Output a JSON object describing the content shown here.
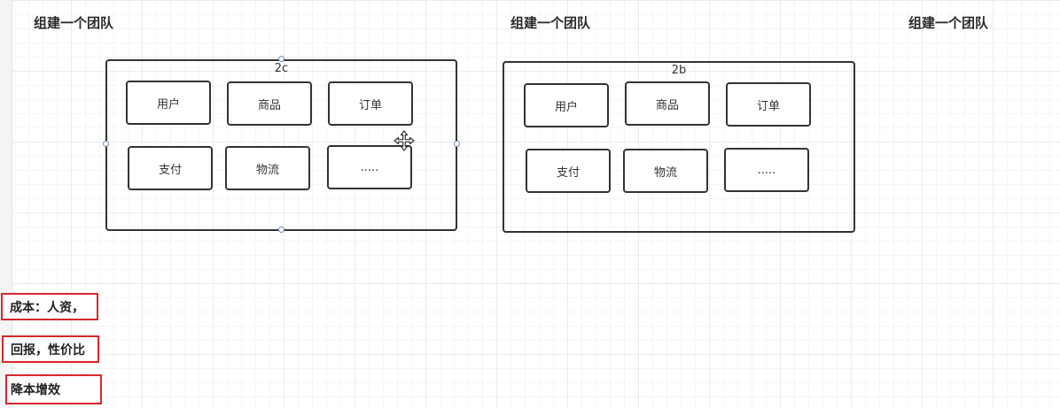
{
  "headings": [
    "组建一个团队",
    "组建一个团队",
    "组建一个团队"
  ],
  "containers": [
    {
      "label": "2c",
      "modules": [
        "用户",
        "商品",
        "订单",
        "支付",
        "物流",
        "....."
      ]
    },
    {
      "label": "2b",
      "modules": [
        "用户",
        "商品",
        "订单",
        "支付",
        "物流",
        "....."
      ]
    }
  ],
  "notes": [
    "成本：人资，",
    "回报，性价比",
    "降本增效"
  ],
  "colors": {
    "note_border": "#d9262c",
    "selection_handle": "#6f8fb5",
    "grid_line": "#ebebeb"
  },
  "icons": {
    "cursor": "move-cursor-icon"
  }
}
